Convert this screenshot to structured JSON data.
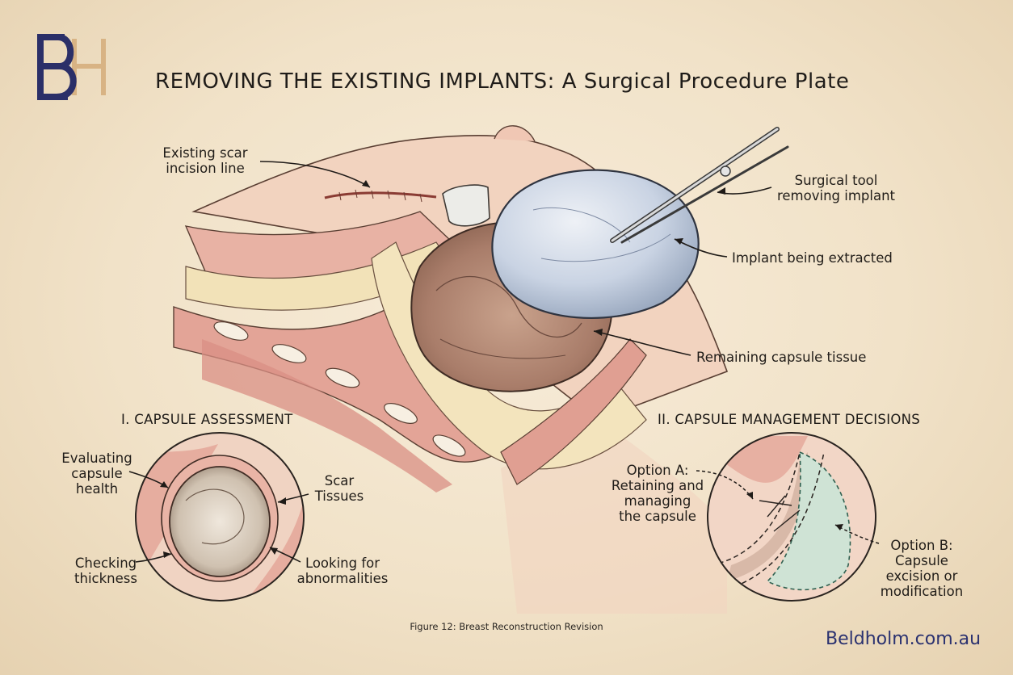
{
  "brand": {
    "logo_letters": "B&H",
    "navy": "#2b2f68",
    "gold": "#d8b384"
  },
  "title": "REMOVING THE EXISTING IMPLANTS: A Surgical Procedure Plate",
  "main_labels": {
    "scar": [
      "Existing scar",
      "incision line"
    ],
    "tool": [
      "Surgical tool",
      "removing implant"
    ],
    "implant": "Implant being extracted",
    "capsule": "Remaining capsule tissue"
  },
  "section1": {
    "heading": "I. CAPSULE ASSESSMENT",
    "evaluating": [
      "Evaluating",
      "capsule",
      "health"
    ],
    "scar_tissues": [
      "Scar",
      "Tissues"
    ],
    "thickness": [
      "Checking",
      "thickness"
    ],
    "abnormalities": [
      "Looking for",
      "abnormalities"
    ]
  },
  "section2": {
    "heading": "II. CAPSULE MANAGEMENT DECISIONS",
    "option_a": [
      "Option A:",
      "Retaining and",
      "managing",
      "the capsule"
    ],
    "option_b": [
      "Option B:",
      "Capsule",
      "excision or",
      "modification"
    ]
  },
  "caption": "Figure 12: Breast Reconstruction Revision",
  "website": "Beldholm.com.au",
  "colors": {
    "parchment": "#f3e6cf",
    "skin": "#f0cdb8",
    "muscle": "#e4a59a",
    "fat": "#f2e2b8",
    "implant": "#c9d3e3",
    "ink": "#2a2420"
  }
}
